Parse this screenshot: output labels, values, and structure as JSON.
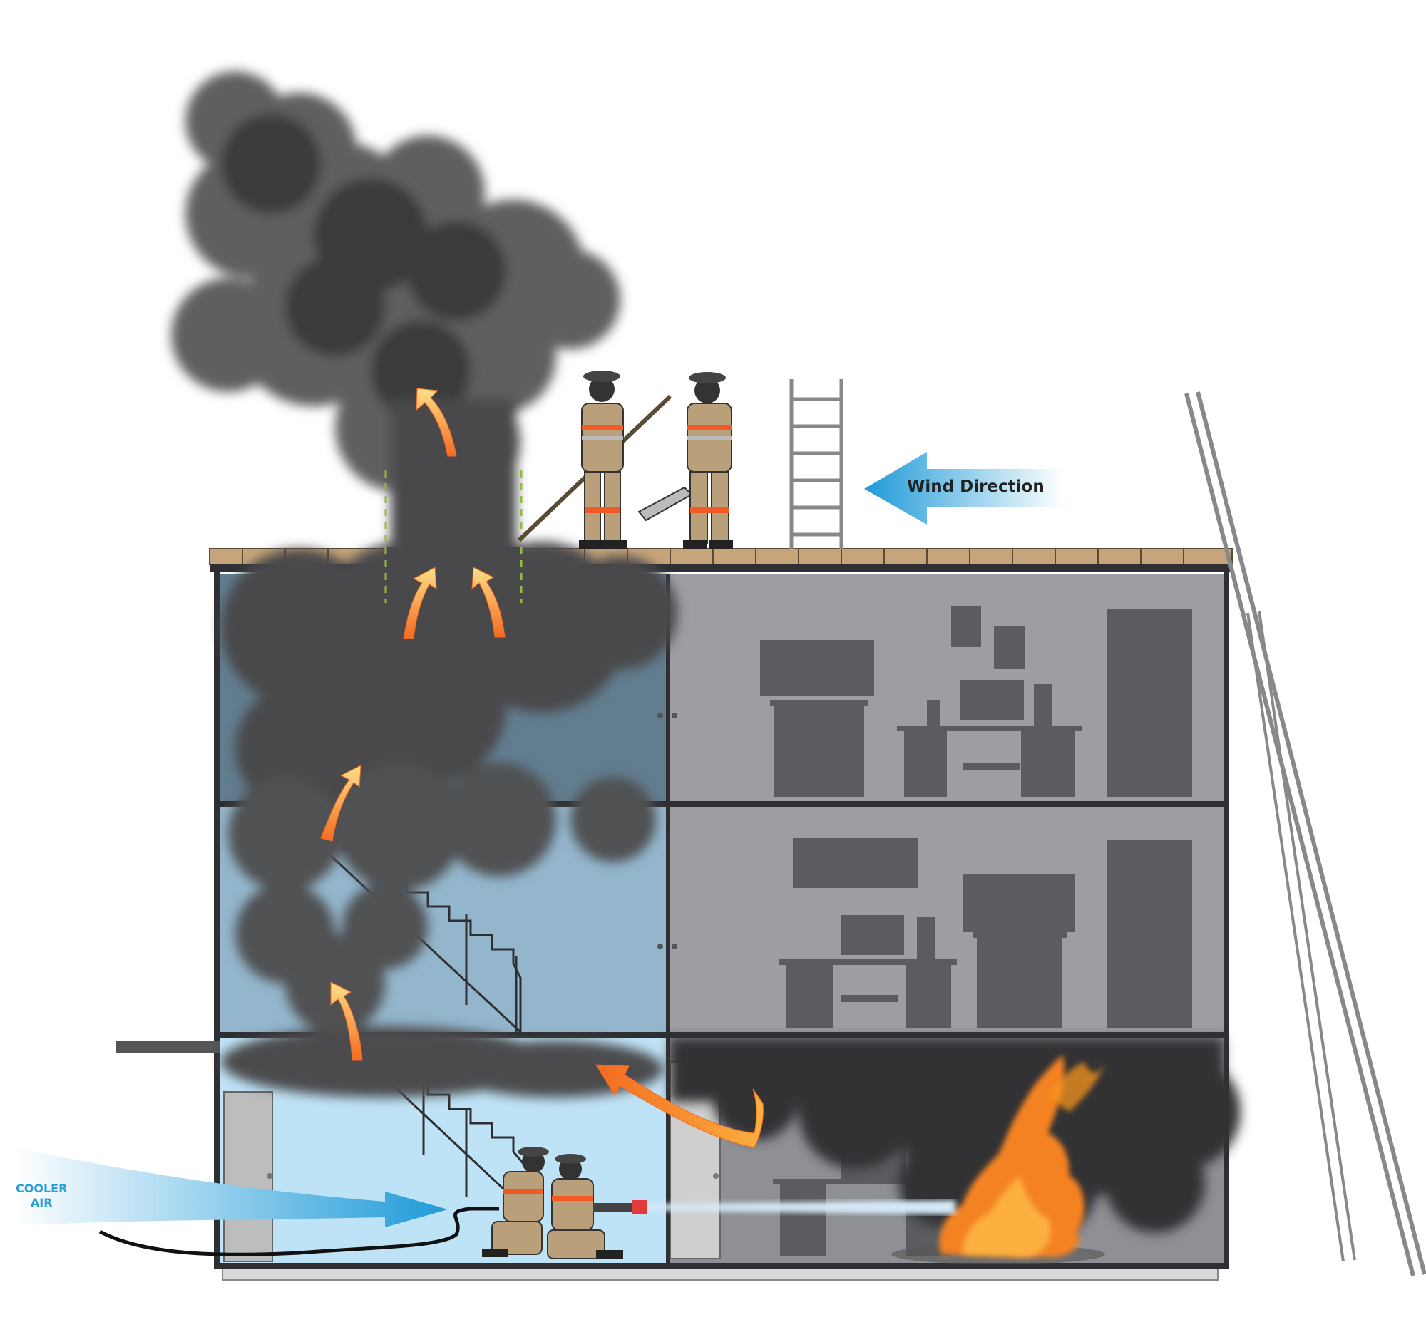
{
  "labels": {
    "wind": "Wind Direction",
    "cooler_line1": "COOLER",
    "cooler_line2": "AIR"
  },
  "colors": {
    "roof": "#c7a57a",
    "wall": "#2f2f33",
    "room_gray": "#9c9ea3",
    "furniture": "#5b5c60",
    "stair_blue_light": "#bfe3f6",
    "stair_blue_mid": "#93b6cc",
    "stair_blue_dark": "#627d90",
    "smoke_dark": "#3b3b3d",
    "smoke_mid": "#5e5e60",
    "fire": "#f58220",
    "wind_arrow": "#2aa1e0",
    "vent_line": "#8fbf3a"
  },
  "icons": [
    "firefighter-icon",
    "ladder-icon",
    "flame-icon",
    "smoke-icon",
    "heat-arrow-icon"
  ]
}
